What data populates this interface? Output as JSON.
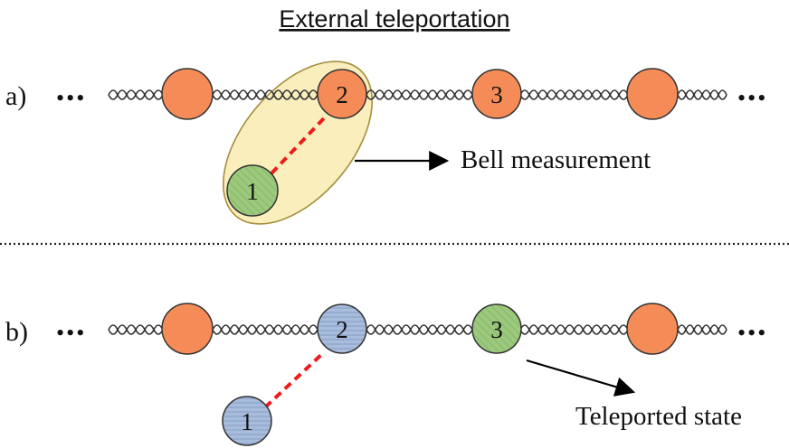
{
  "title": "External teleportation",
  "panel_a": {
    "label": "a)",
    "node_labels": {
      "n1": "1",
      "n2": "2",
      "n3": "3"
    },
    "annotation": "Bell measurement"
  },
  "panel_b": {
    "label": "b)",
    "node_labels": {
      "n1": "1",
      "n2": "2",
      "n3": "3"
    },
    "annotation": "Teleported state"
  },
  "ellipsis": "•••",
  "colors": {
    "orange": "#f58c58",
    "green": "#9cc97e",
    "blue": "#a8bcdc",
    "ellipse_fill": "#fbeebd",
    "ellipse_stroke": "#a48f3e",
    "link": "#ec1c1c"
  }
}
